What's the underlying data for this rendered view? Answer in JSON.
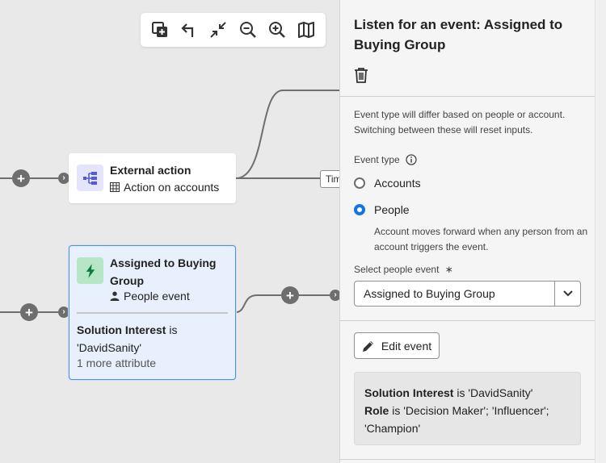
{
  "toolbar": {
    "items": [
      {
        "icon": "add-duplicate-icon",
        "label": "Duplicate"
      },
      {
        "icon": "undo-arrow-icon",
        "label": "Undo"
      },
      {
        "icon": "collapse-icon",
        "label": "Fit to screen"
      },
      {
        "icon": "zoom-out-icon",
        "label": "Zoom out"
      },
      {
        "icon": "zoom-in-icon",
        "label": "Zoom in"
      },
      {
        "icon": "map-icon",
        "label": "Mini map"
      }
    ]
  },
  "canvas": {
    "external_node": {
      "title": "External action",
      "subtitle": "Action on accounts",
      "icon": "external-action-icon",
      "sub_icon": "table-icon"
    },
    "event_node": {
      "title": "Assigned to Buying Group",
      "subtitle": "People event",
      "icon": "lightning-icon",
      "sub_icon": "person-icon",
      "condition_attr": "Solution Interest",
      "condition_op": " is",
      "condition_val": "'DavidSanity'",
      "more": "1 more attribute"
    },
    "time_tag": "Time",
    "plus": "+",
    "arrow": "›"
  },
  "panel": {
    "title": "Listen for an event: Assigned to Buying Group",
    "description": "Event type will differ based on people or account. Switching between these will reset inputs.",
    "event_type_label": "Event type",
    "options": [
      {
        "label": "Accounts",
        "selected": false
      },
      {
        "label": "People",
        "selected": true
      }
    ],
    "people_help": "Account moves forward when any person from an account triggers the event.",
    "select_label": "Select people event",
    "required_mark": "∗",
    "select_value": "Assigned to Buying Group",
    "edit_button": "Edit event",
    "summary": {
      "line1_attr": "Solution Interest",
      "line1_rest": " is 'DavidSanity'",
      "line2_attr": "Role",
      "line2_rest": " is 'Decision Maker'; 'Influencer'; 'Champion'"
    }
  },
  "colors": {
    "accent": "#1473e6",
    "event_node_bg": "#e7f0fc",
    "event_node_border": "#4a8fe8",
    "event_icon_bg": "#b5e6c6",
    "ext_icon_bg": "#e4e5fb"
  }
}
